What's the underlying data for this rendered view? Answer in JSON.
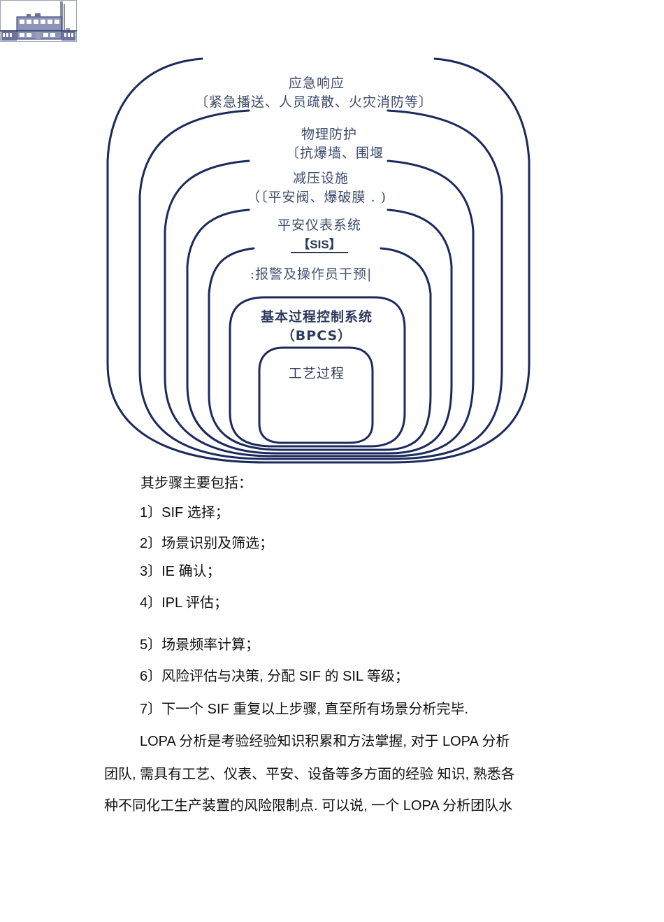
{
  "diagram": {
    "layers": [
      {
        "id": "emergency",
        "title": "应急响应",
        "subtitle": "〔紧急播送、人员疏散、火灾消防等〕"
      },
      {
        "id": "physical",
        "title": "物理防护",
        "subtitle": "〔抗爆墙、围堰"
      },
      {
        "id": "relief",
        "title": "减压设施",
        "subtitle": "（〔平安阀、爆破膜 . )"
      },
      {
        "id": "sis",
        "title": "平安仪表系统",
        "subtitle": "【SIS】"
      },
      {
        "id": "alarm",
        "title": ":报警及操作员干预|"
      },
      {
        "id": "bpcs",
        "title": "基本过程控制系统",
        "subtitle": "（BPCS）"
      },
      {
        "id": "process",
        "title": "工艺过程"
      }
    ],
    "line_color": "#1b2a5c",
    "text_color": "#3d4a6b",
    "image": "factory-illustration"
  },
  "content": {
    "intro": "其步骤主要包括：",
    "steps": [
      "1〕SIF 选择；",
      "2〕场景识别及筛选；",
      "3〕IE 确认；",
      "4〕IPL 评估；",
      "5〕场景频率计算；",
      "6〕风险评估与决策, 分配 SIF 的 SIL 等级；",
      "7〕下一个 SIF 重复以上步骤, 直至所有场景分析完毕."
    ],
    "paragraph_lines": [
      "LOPA 分析是考验经验知识积累和方法掌握, 对于 LOPA 分析",
      "团队, 需具有工艺、仪表、平安、设备等多方面的经验  知识, 熟悉各",
      "种不同化工生产装置的风险限制点. 可以说,  一个 LOPA 分析团队水"
    ]
  }
}
